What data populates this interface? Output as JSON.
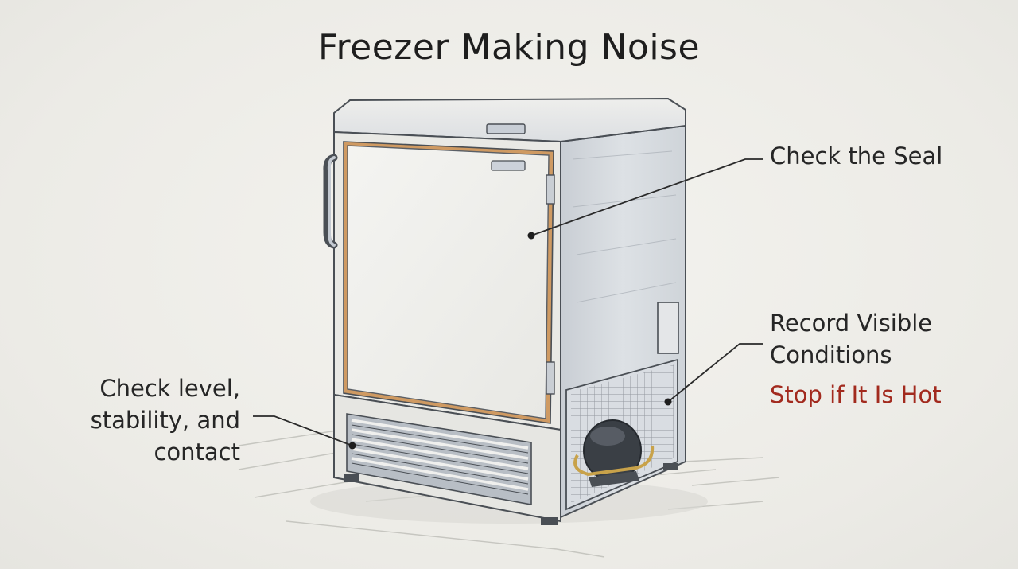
{
  "title": "Freezer Making Noise",
  "callouts": {
    "seal": "Check the Seal",
    "record_line1": "Record Visible",
    "record_line2": "Conditions",
    "stop": "Stop if It Is Hot",
    "level_line1": "Check level,",
    "level_line2": "stability, and",
    "level_line3": "contact"
  },
  "colors": {
    "warning": "#a22a1e",
    "text": "#262626",
    "outline": "#4a4f55"
  }
}
